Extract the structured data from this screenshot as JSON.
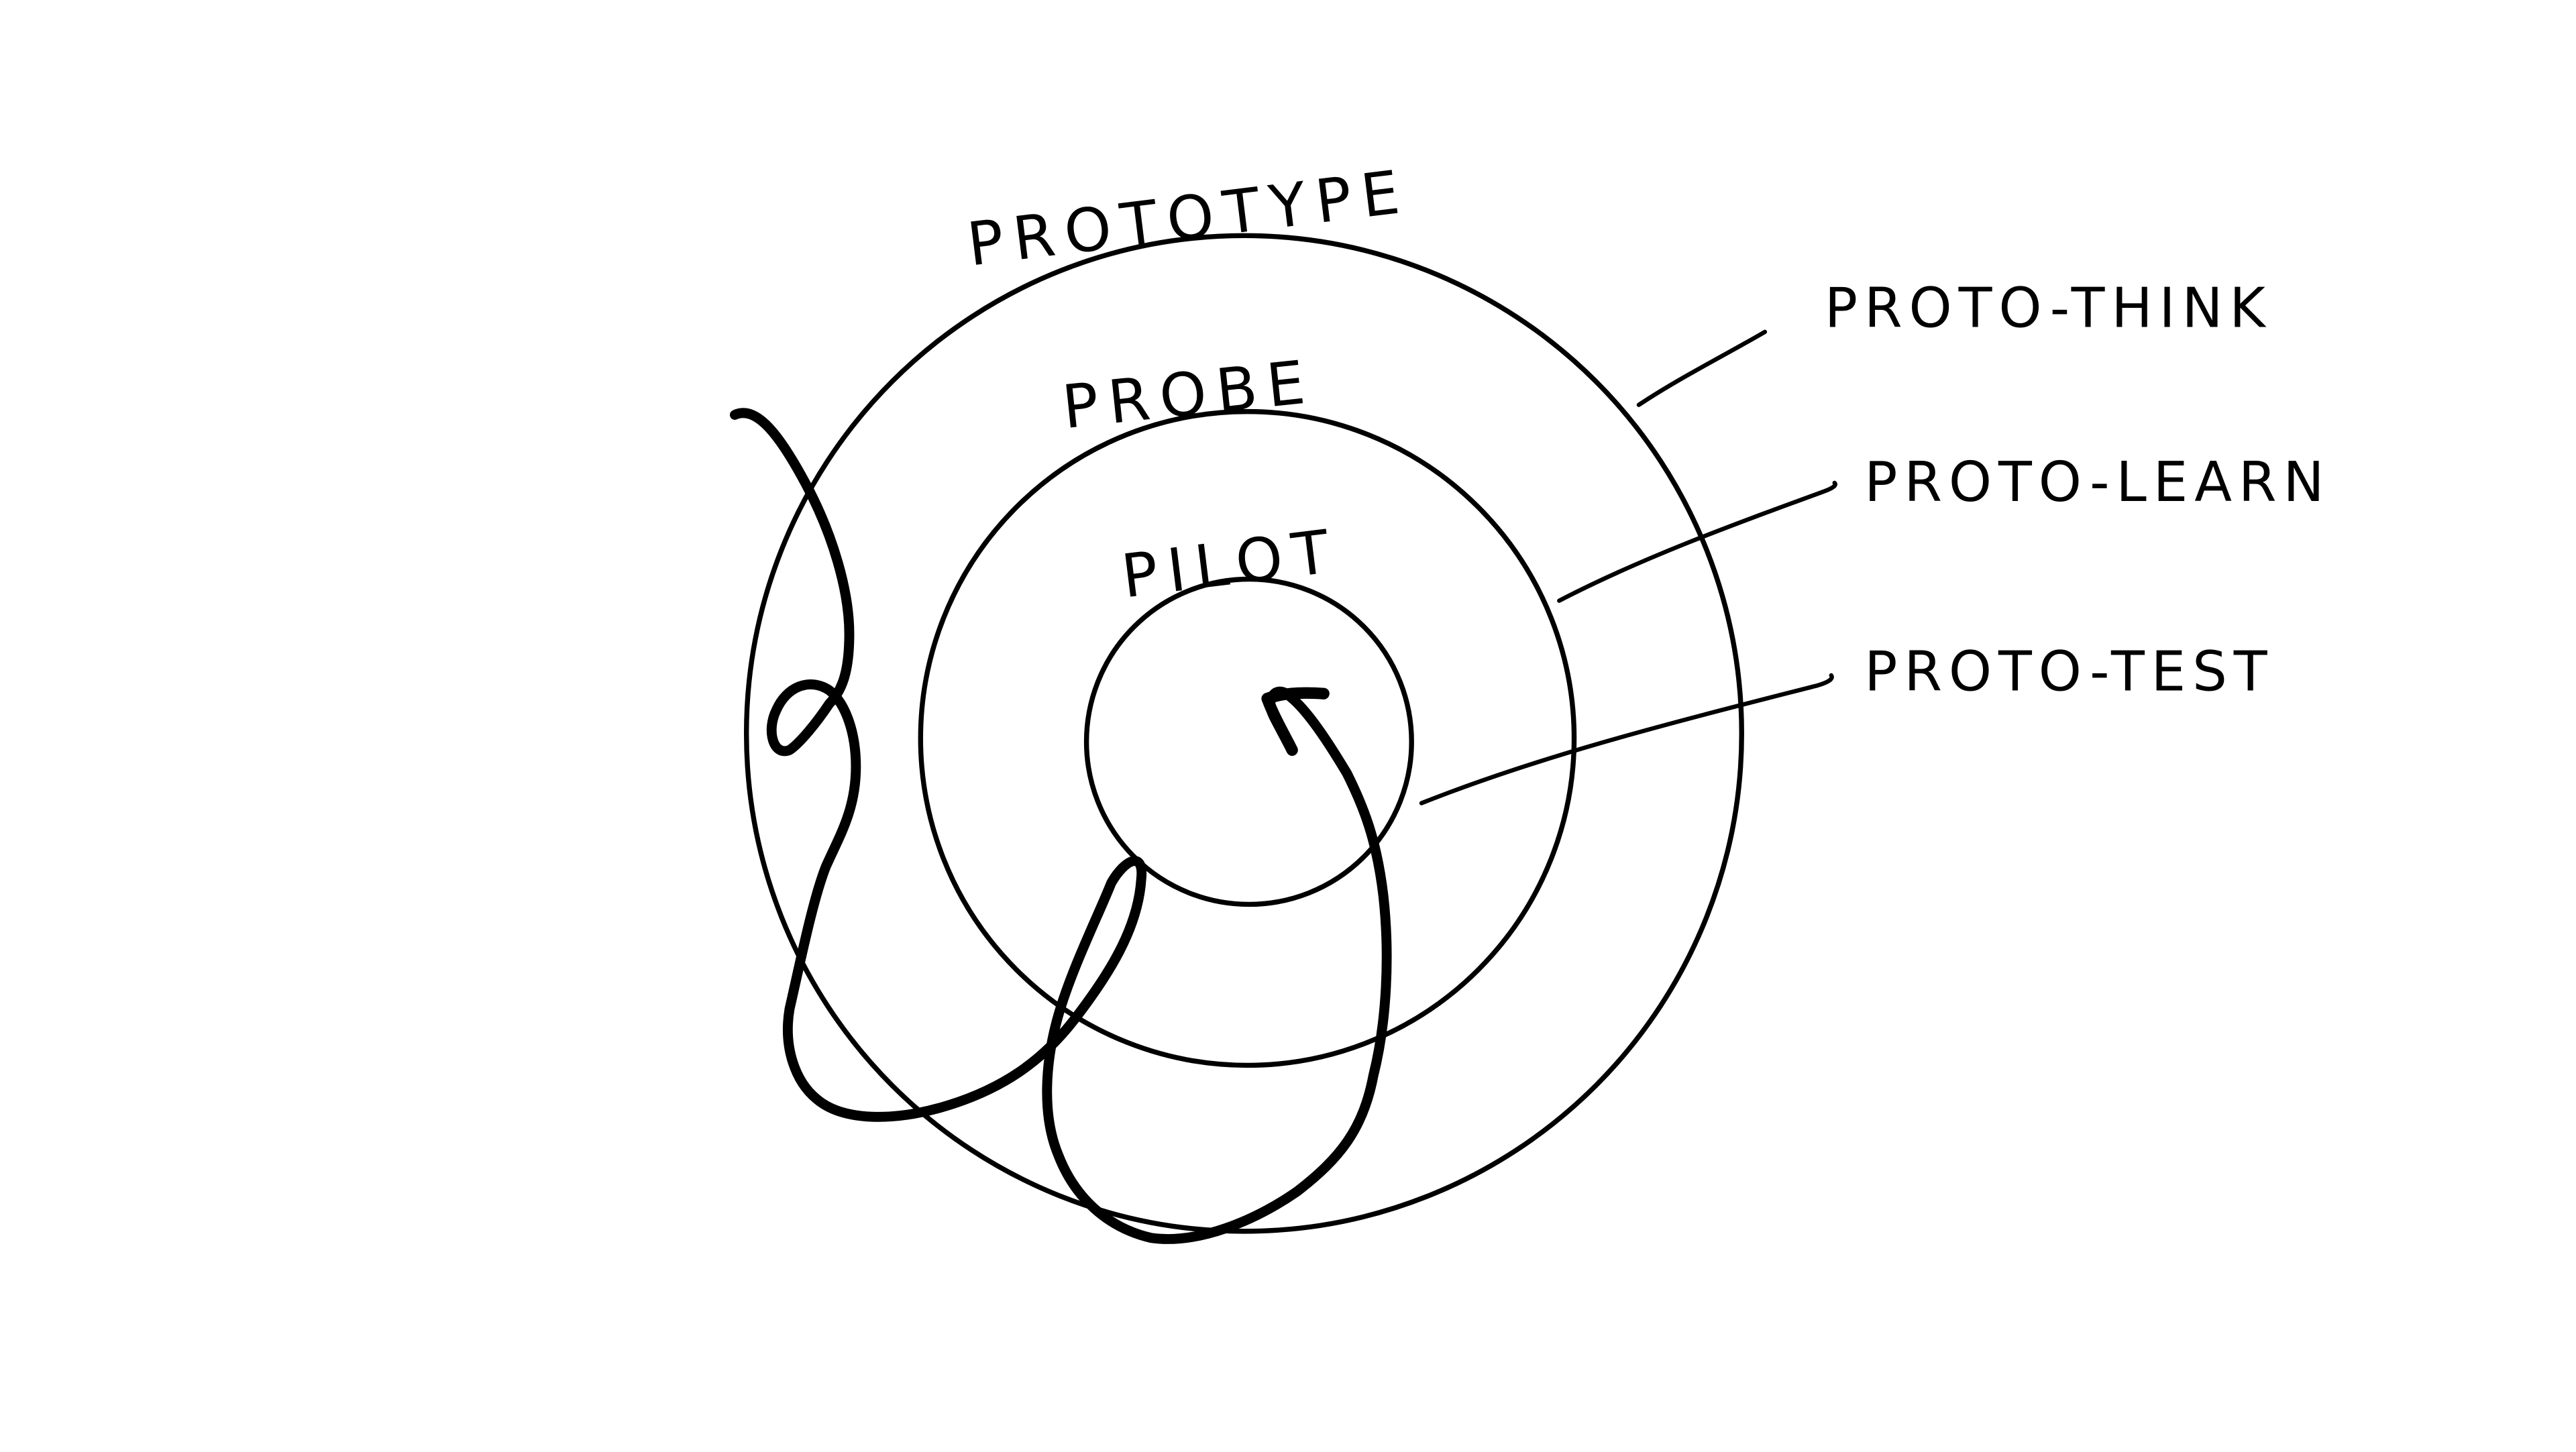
{
  "diagram": {
    "rings": [
      {
        "id": "outer",
        "label": "PROTOTYPE"
      },
      {
        "id": "middle",
        "label": "PROBE"
      },
      {
        "id": "inner",
        "label": "PILOT"
      }
    ],
    "annotations": [
      {
        "id": "think",
        "label": "PROTO-THINK",
        "points_to": "outer"
      },
      {
        "id": "learn",
        "label": "PROTO-LEARN",
        "points_to": "middle"
      },
      {
        "id": "test",
        "label": "PROTO-TEST",
        "points_to": "inner"
      }
    ],
    "stroke_color": "#000000",
    "background_color": "#ffffff",
    "path_icon": "looping-arrow-icon"
  }
}
